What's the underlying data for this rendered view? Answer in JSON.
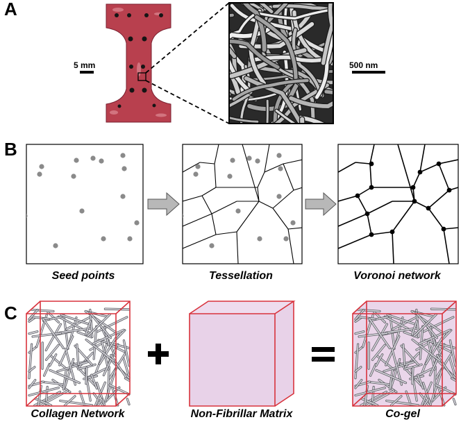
{
  "panels": {
    "a": {
      "letter": "A",
      "scale_left": "5 mm",
      "scale_right": "500 nm"
    },
    "b": {
      "letter": "B",
      "captions": [
        "Seed points",
        "Tessellation",
        "Voronoi network"
      ]
    },
    "c": {
      "letter": "C",
      "captions": [
        "Collagen Network",
        "Non-Fibrillar Matrix",
        "Co-gel"
      ],
      "operators": [
        "+",
        "="
      ]
    }
  },
  "colors": {
    "specimen_red": "#b8404e",
    "cube_edge": "#d8323c",
    "cube_fill": "#e8d2e8",
    "seed_gray": "#8a8a8a",
    "arrow_gray": "#b8b8b8"
  }
}
